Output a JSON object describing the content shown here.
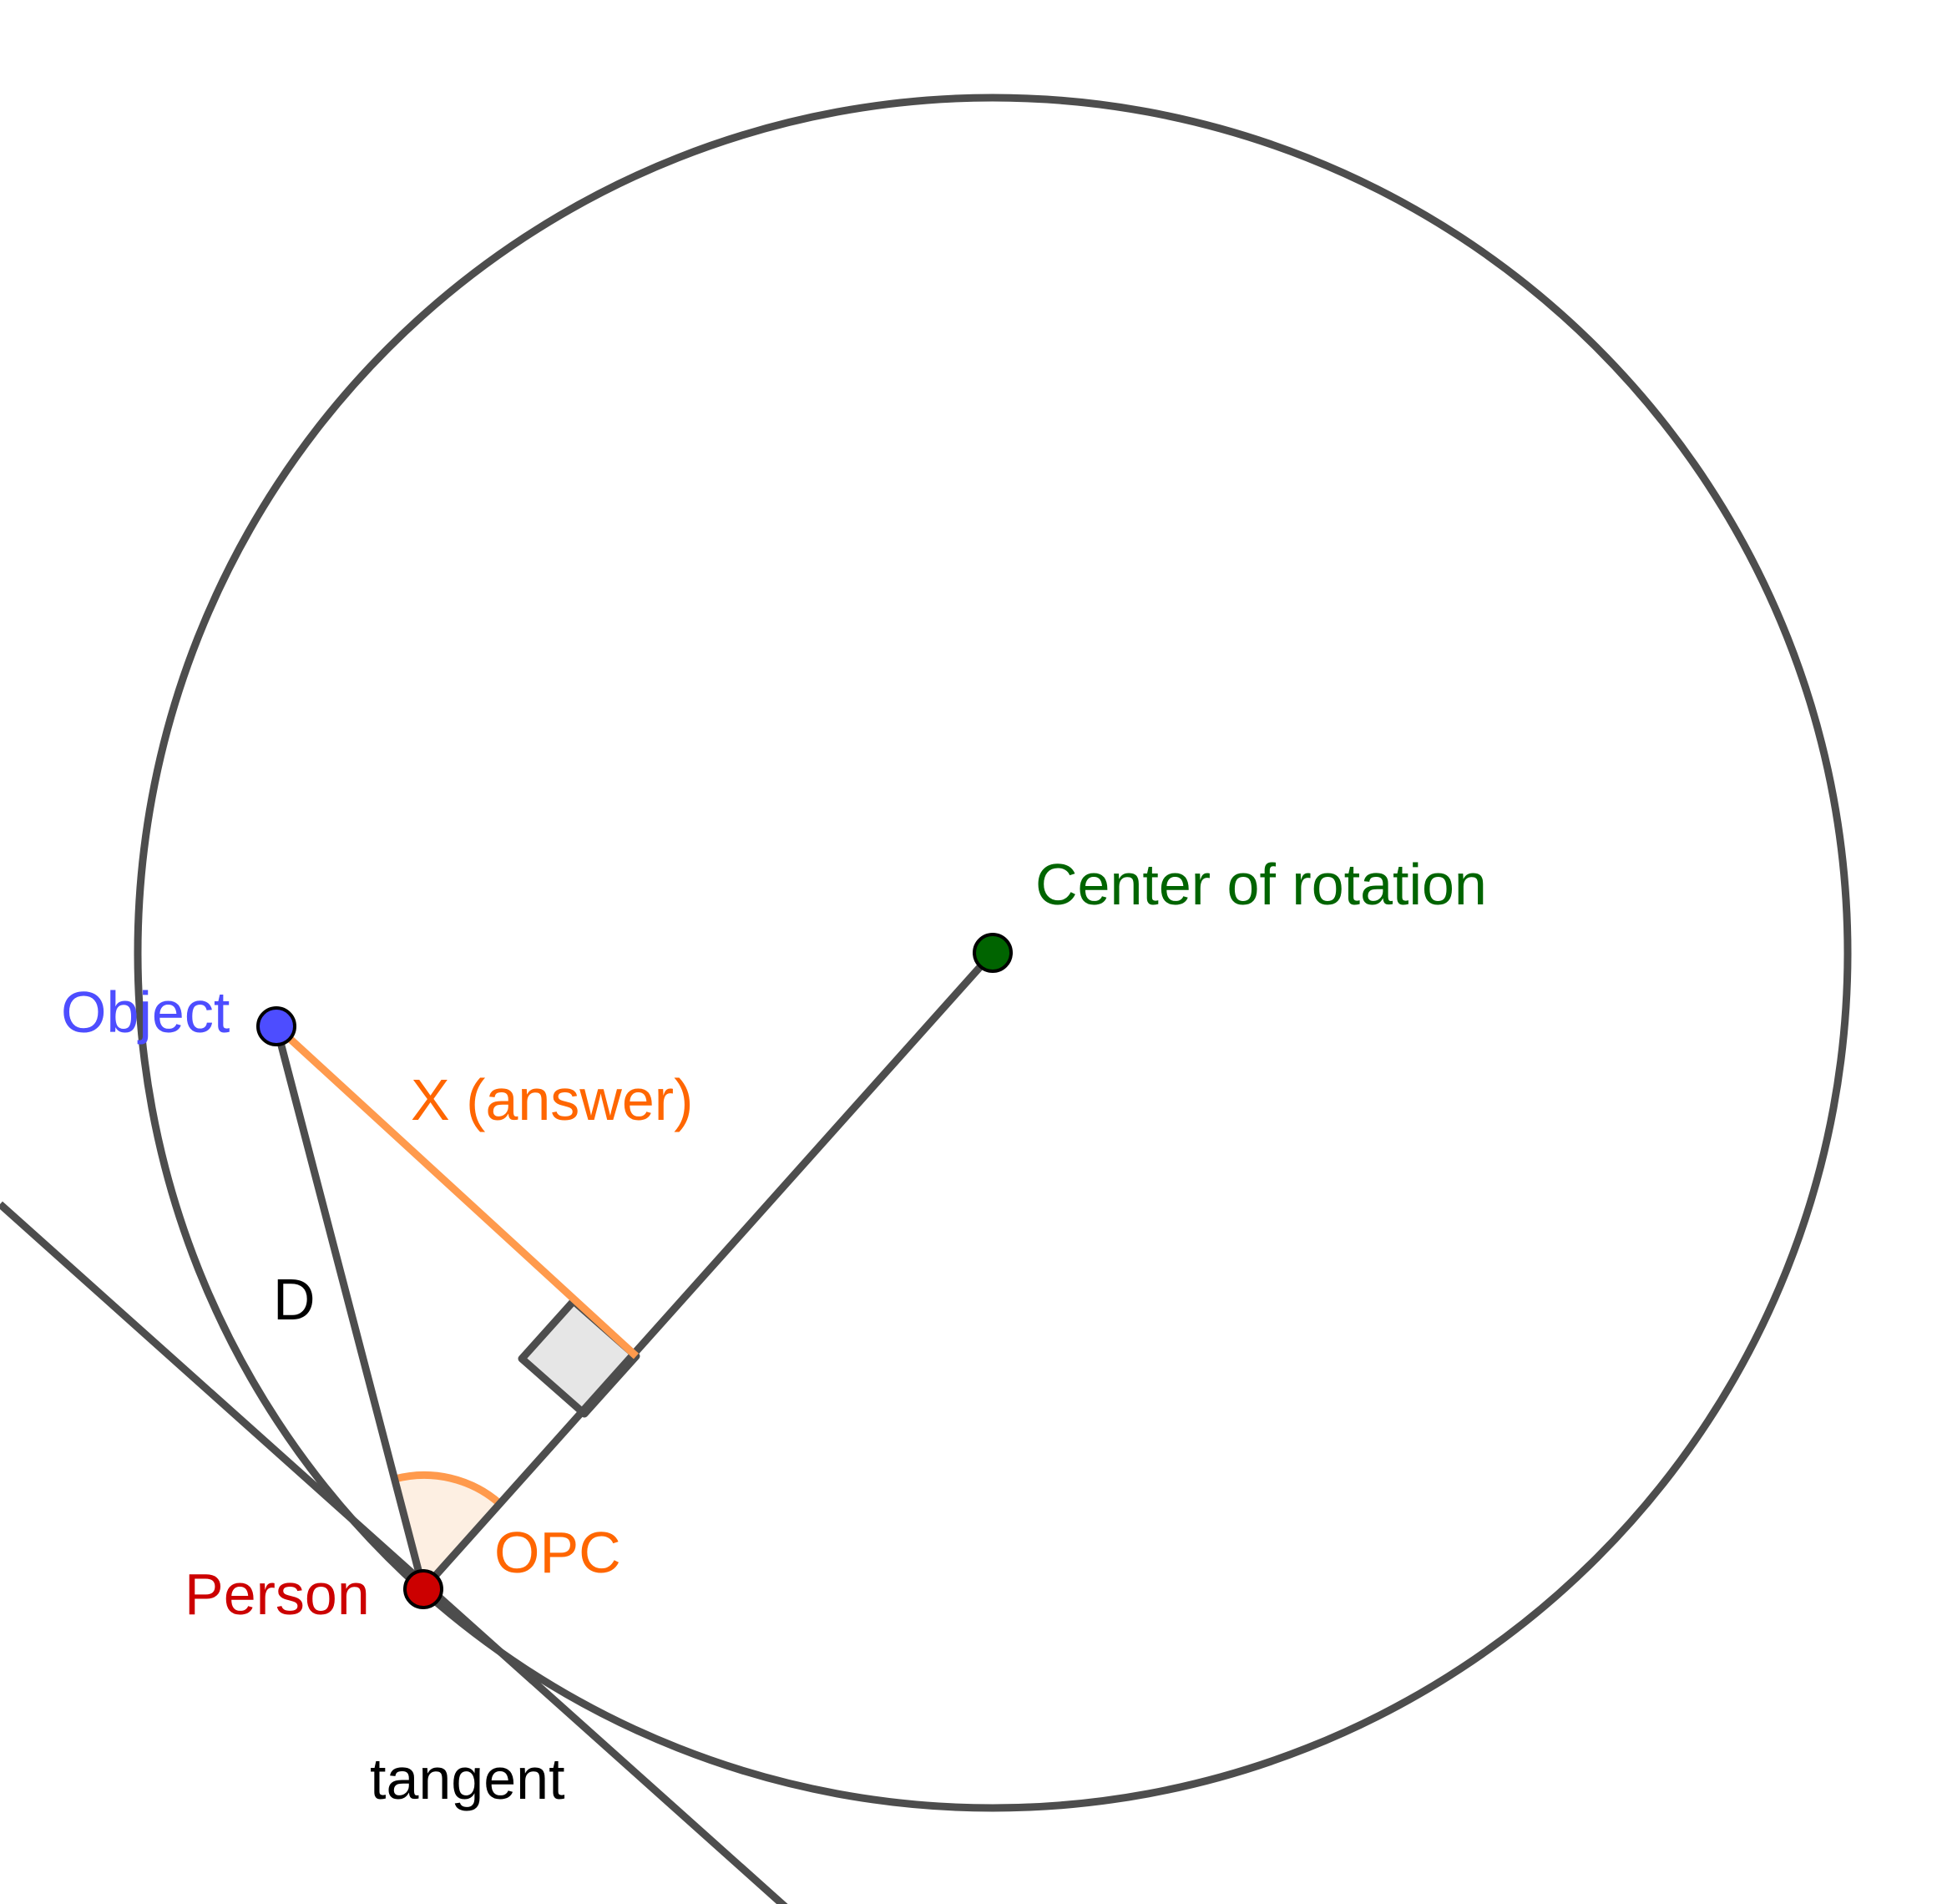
{
  "labels": {
    "center": "Center of rotation",
    "object": "Object",
    "answer": "X (answer)",
    "distance": "D",
    "angle": "OPC",
    "person": "Person",
    "tangent": "tangent"
  },
  "colors": {
    "background": "#ffffff",
    "stroke": "#4d4d4d",
    "center_point": "#006400",
    "center_label": "#006400",
    "object_point": "#4d4dff",
    "object_label": "#4d4dff",
    "person_point": "#cc0000",
    "person_label": "#cc0000",
    "answer_line": "#ff9a4d",
    "answer_label": "#ff6600",
    "angle_label": "#ff6600",
    "angle_fill": "#fdefe2",
    "right_angle_fill": "#e6e6e6",
    "text_dark": "#000000"
  }
}
